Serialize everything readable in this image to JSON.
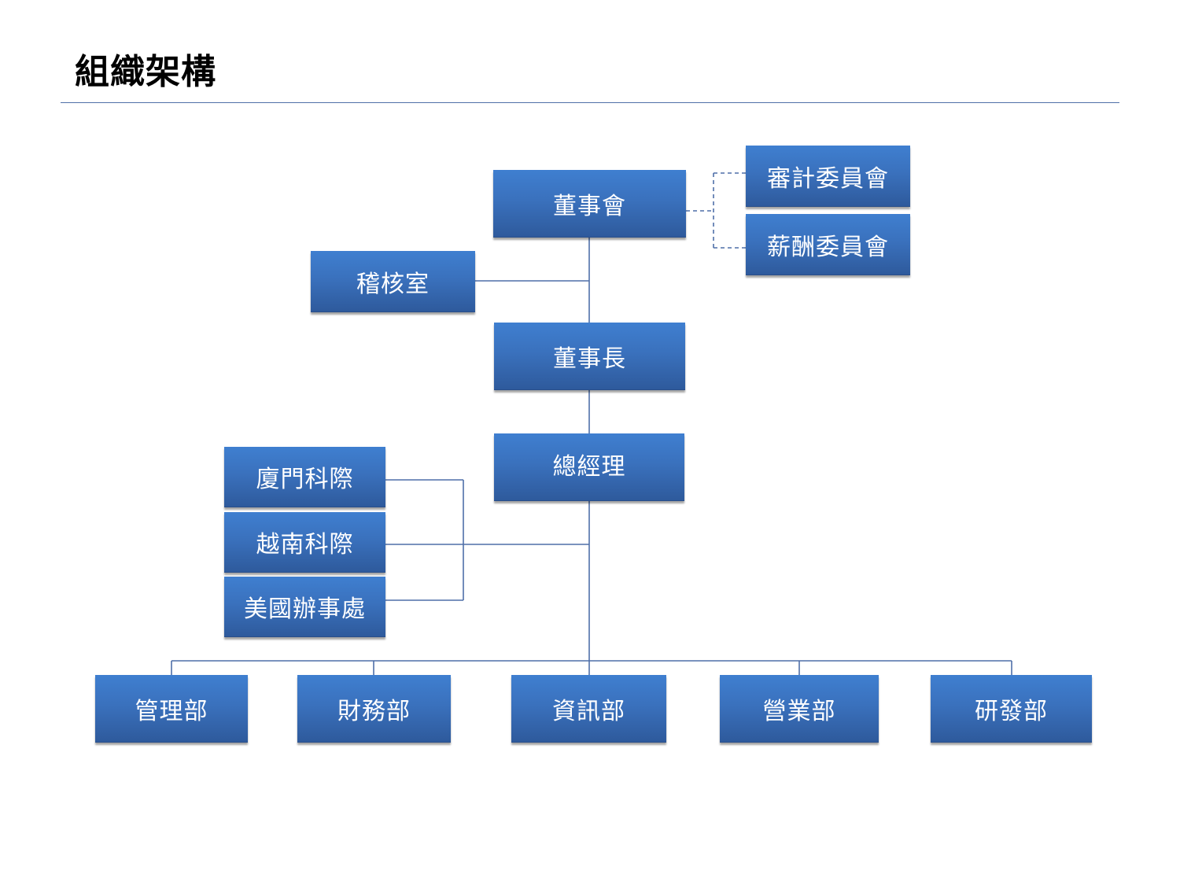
{
  "page": {
    "title": "組織架構"
  },
  "nodes": {
    "board": "董事會",
    "audit_committee": "審計委員會",
    "compensation_committee": "薪酬委員會",
    "internal_audit": "稽核室",
    "chairman": "董事長",
    "general_manager": "總經理",
    "xiamen": "廈門科際",
    "vietnam": "越南科際",
    "us_office": "美國辦事處",
    "management_dept": "管理部",
    "finance_dept": "財務部",
    "it_dept": "資訊部",
    "sales_dept": "營業部",
    "rd_dept": "研發部"
  },
  "colors": {
    "box_top": "#3f7fd0",
    "box_bottom": "#2e5a9c",
    "line": "#4f6fa8",
    "text": "#ffffff"
  }
}
